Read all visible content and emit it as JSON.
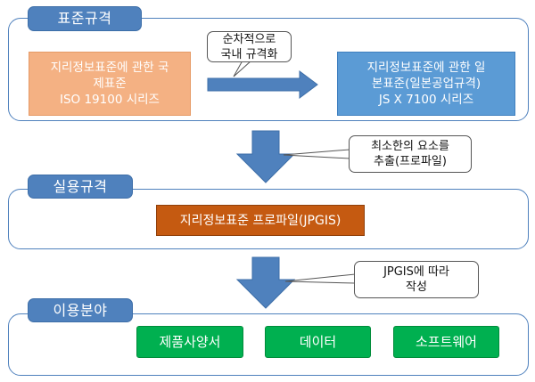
{
  "sections": {
    "standard": {
      "label": "표준규격",
      "international": "지리정보표준에 관한 국\n제표준\nISO 19100 시리즈",
      "japanese": "지리정보표준에 관한 일\n본표준(일본공업규격)\nJS X 7100 시리즈",
      "transform_note": "순차적으로\n국내 규격화"
    },
    "practical": {
      "label": "실용규격",
      "extract_note": "최소한의 요소를\n추출(프로파일)",
      "profile": "지리정보표준 프로파일(JPGIS)"
    },
    "usage": {
      "label": "이용분야",
      "create_note": "JPGIS에 따라\n작성",
      "items": [
        "제품사양서",
        "데이터",
        "소프트웨어"
      ]
    }
  },
  "colors": {
    "panel_border": "#4f81bd",
    "tab": "#4f81bd",
    "international_box": "#f4b183",
    "japanese_box": "#5b9bd5",
    "profile_box": "#c55a11",
    "usage_box": "#00b050",
    "arrow": "#4f81bd"
  }
}
